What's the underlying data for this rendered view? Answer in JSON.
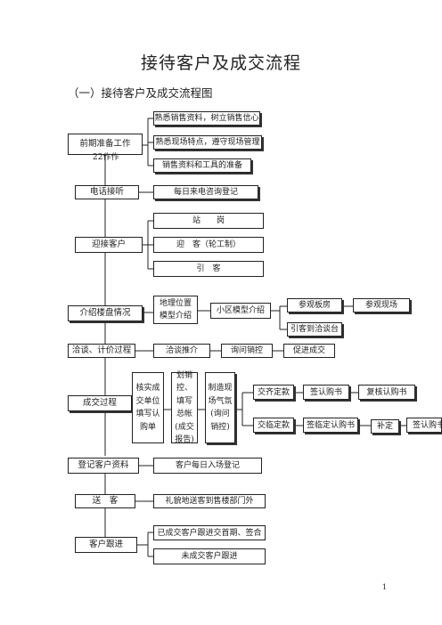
{
  "title": "接待客户及成交流程",
  "subtitle": "（一）接待客户及成交流程图",
  "page_number": "1",
  "steps": {
    "prep": {
      "label": "前期准备工作",
      "overflow": "22作作",
      "items": [
        "熟悉销售资料，树立销售信心",
        "熟悉现场特点，遵守现场管理",
        "销售资料和工具的准备"
      ]
    },
    "phone": {
      "label": "电话接听",
      "item": "每日来电咨询登记"
    },
    "greet": {
      "label": "迎接客户",
      "items": [
        "站　　岗",
        "迎　客（轮工制）",
        "引　客"
      ]
    },
    "intro": {
      "label": "介绍楼盘情况",
      "location": "地理位置模型介绍",
      "model": "小区模型介绍",
      "visit_unit": "参观板房",
      "visit_site": "参观现场",
      "table": "引客到洽谈台"
    },
    "negotiate": {
      "label": "洽谈、计价过程",
      "items": [
        "洽谈推介",
        "询问销控",
        "促进成交"
      ]
    },
    "deal": {
      "label": "成交过程",
      "columns": [
        "核实成交单位填写认购单",
        "划销控、填写总帐(成交报告)",
        "制造现场气氛(询问销控)"
      ],
      "full": [
        "交齐定款",
        "签认购书",
        "复核认购书"
      ],
      "partial": [
        "交临定款",
        "签临定认购书",
        "补定",
        "签认购书"
      ]
    },
    "register": {
      "label": "登记客户资料",
      "item": "客户每日入场登记"
    },
    "farewell": {
      "label": "送　客",
      "item": "礼貌地送客到售楼部门外"
    },
    "followup": {
      "label": "客户跟进",
      "items": [
        "已成交客户跟进交首期、签合",
        "未成交客户跟进"
      ]
    }
  }
}
